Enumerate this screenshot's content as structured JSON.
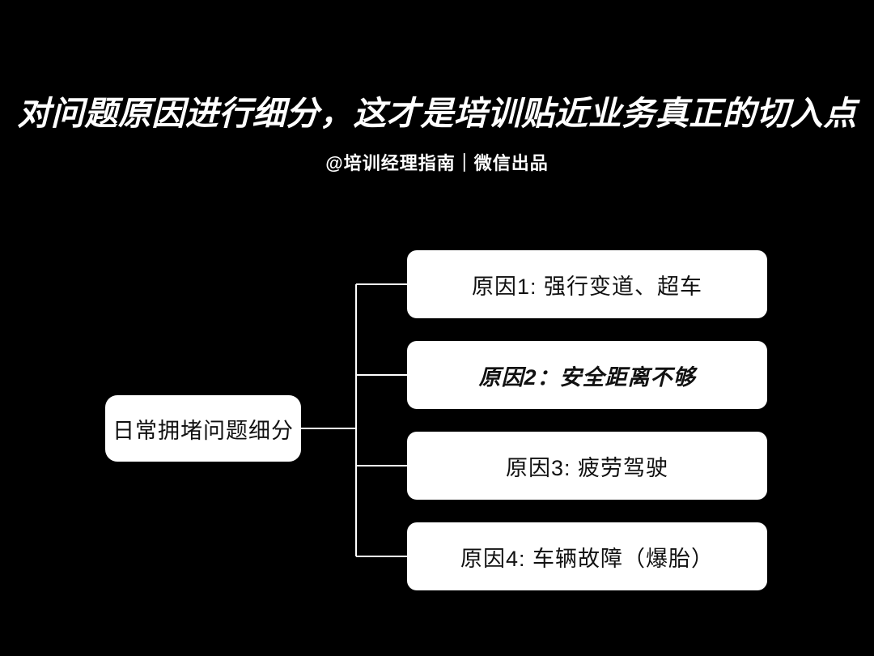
{
  "header": {
    "title": "对问题原因进行细分，这才是培训贴近业务真正的切入点",
    "subtitle": "@培训经理指南｜微信出品"
  },
  "diagram": {
    "root": {
      "label": "日常拥堵问题细分"
    },
    "causes": [
      {
        "label": "原因1: 强行变道、超车",
        "emphasis": false
      },
      {
        "label": "原因2：安全距离不够",
        "emphasis": true
      },
      {
        "label": "原因3: 疲劳驾驶",
        "emphasis": false
      },
      {
        "label": "原因4: 车辆故障（爆胎）",
        "emphasis": false
      }
    ],
    "colors": {
      "background": "#000000",
      "box_background": "#ffffff",
      "box_text": "#111111",
      "connector_line": "#ffffff",
      "title_text": "#ffffff"
    }
  }
}
